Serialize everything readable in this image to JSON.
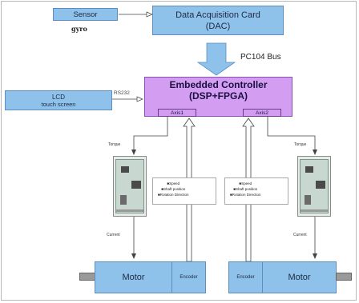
{
  "diagram": {
    "sensor": {
      "label": "Sensor",
      "sublabel": "gyro"
    },
    "dac": {
      "line1": "Data Acquisition Card",
      "line2": "(DAC)"
    },
    "bus_label": "PC104 Bus",
    "lcd": {
      "line1": "LCD",
      "line2": "touch screen"
    },
    "rs232_label": "RS232",
    "controller": {
      "line1": "Embedded Controller",
      "line2": "(DSP+FPGA)",
      "axis1": "Axis1",
      "axis2": "Axis2"
    },
    "torque_label": "Torque",
    "current_label": "Current",
    "feedback": {
      "items": [
        "Speed",
        "Shaft position",
        "Rotation Direction"
      ]
    },
    "motor_label": "Motor",
    "encoder_label": "Encoder",
    "colors": {
      "box_blue": "#8ec2ea",
      "controller_purple": "#d39ef2",
      "outline": "#5a8fbf"
    }
  }
}
